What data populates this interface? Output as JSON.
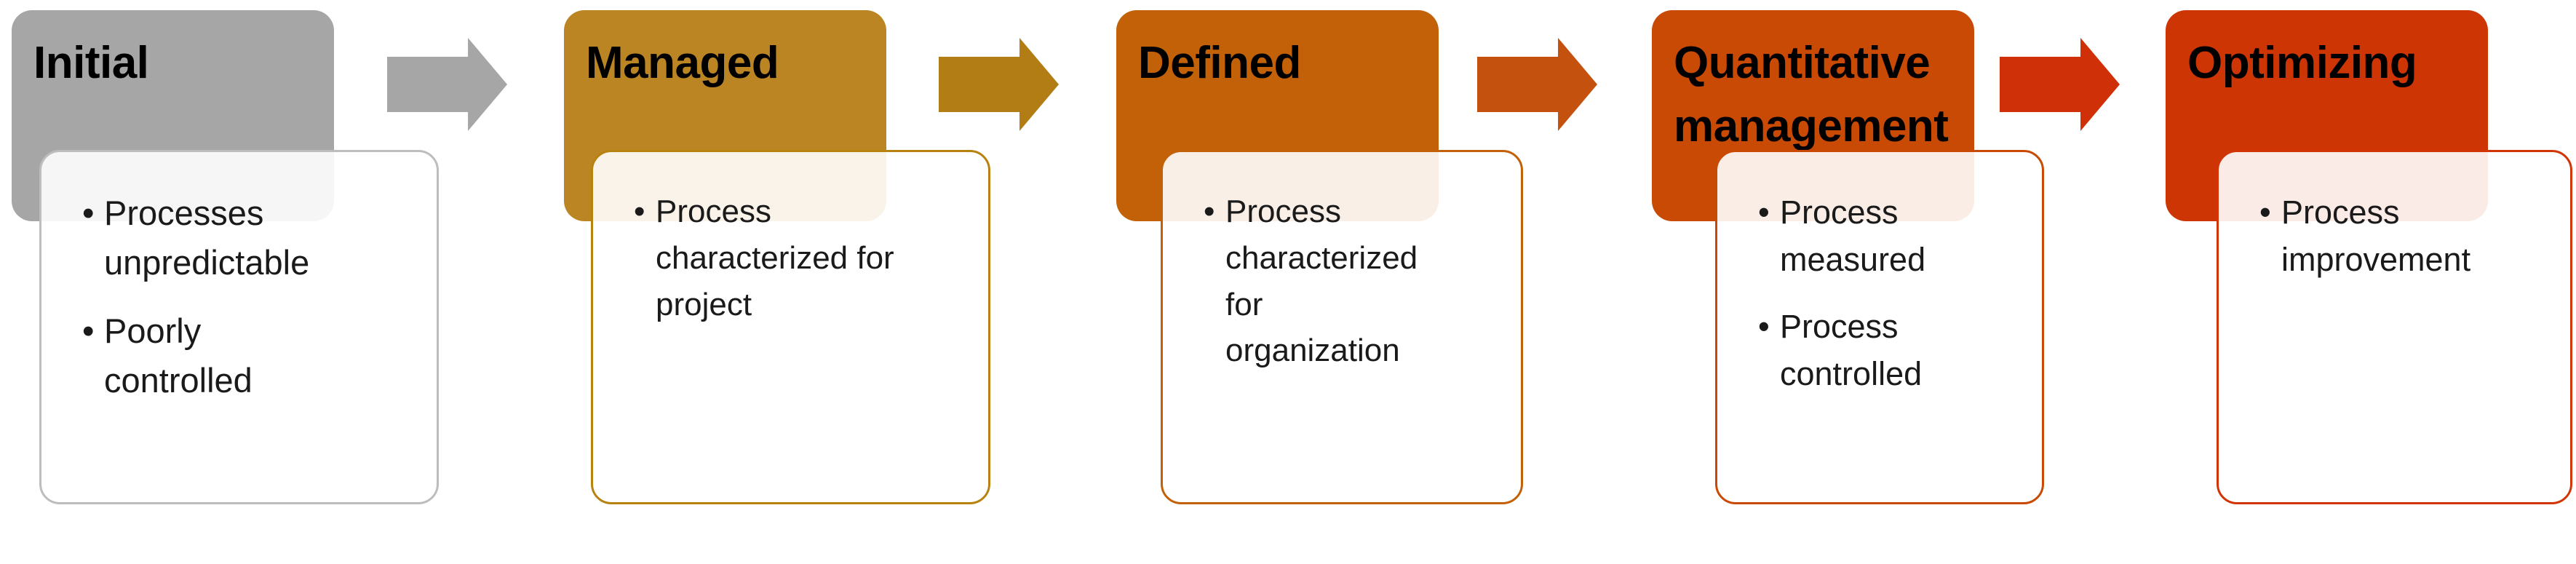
{
  "diagram": {
    "kind": "process-maturity-levels",
    "background_color": "#FFFFFF",
    "card_overlay_color": "rgba(255,255,255,0.90)",
    "text_color": "#1A1A1A",
    "title_color": "#000000",
    "stages": [
      {
        "label": "Initial",
        "header_color": "#A6A6A6",
        "border_color": "#BDBDBD",
        "tint_color": "#F6F5F4",
        "bullets": [
          "Processes unpredictable",
          "Poorly controlled"
        ]
      },
      {
        "label": "Managed",
        "header_color": "#BC8523",
        "border_color": "#B8820F",
        "tint_color": "#FAF1EA",
        "bullets": [
          "Process characterized for project"
        ]
      },
      {
        "label": "Defined",
        "header_color": "#C36108",
        "border_color": "#C36108",
        "tint_color": "#FAF0E8",
        "bullets": [
          "Process characterized for organization"
        ]
      },
      {
        "label": "Quantitative management",
        "header_color": "#C94A05",
        "border_color": "#C94A05",
        "tint_color": "#FBEEE6",
        "bullets": [
          "Process measured",
          "Process controlled"
        ]
      },
      {
        "label": "Optimizing",
        "header_color": "#CE3505",
        "border_color": "#D23505",
        "tint_color": "#FBE9E2",
        "bullets": [
          "Process improvement"
        ]
      }
    ],
    "arrows": [
      {
        "name": "arrow-1",
        "color": "#A6A6A6"
      },
      {
        "name": "arrow-2",
        "color": "#B27D14"
      },
      {
        "name": "arrow-3",
        "color": "#C4510E"
      },
      {
        "name": "arrow-4",
        "color": "#CF3008"
      }
    ]
  }
}
